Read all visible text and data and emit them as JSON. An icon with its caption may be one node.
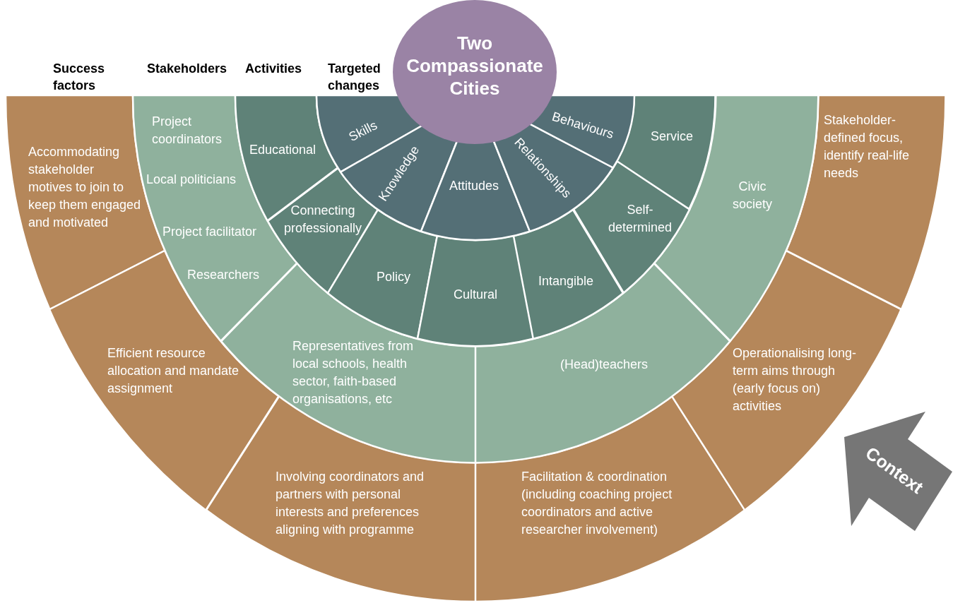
{
  "diagram": {
    "nodes": [
      {
        "text": [
          "Two Compassionate Cities"
        ]
      },
      {
        "text": [
          "Accommodating stakeholder motives to join to keep them engaged and motivated"
        ]
      },
      {
        "text": [
          "Efficient resource allocation and mandate assignment"
        ]
      },
      {
        "text": [
          "Involving coordinators and partners with personal interests and preferences aligning with programme"
        ]
      },
      {
        "text": [
          "Facilitation & coordination (including coaching project coordinators and active researcher involvement)"
        ]
      },
      {
        "text": [
          "Operationalising long-term aims through (early focus on) activities"
        ]
      },
      {
        "text": [
          "Stakeholder-defined focus, identify real-life needs"
        ]
      },
      {
        "text": [
          "Project coordinators",
          "Local politicians",
          "Project facilitator",
          "Researchers"
        ]
      },
      {
        "text": [
          "Representatives from local schools, health sector, faith-based organisations, etc"
        ]
      },
      {
        "text": [
          "(Head)teachers"
        ]
      },
      {
        "text": [
          "Civic society"
        ]
      },
      {
        "text": [
          "Educational"
        ]
      },
      {
        "text": [
          "Connecting professionally"
        ]
      },
      {
        "text": [
          "Policy"
        ]
      },
      {
        "text": [
          "Cultural"
        ]
      },
      {
        "text": [
          "Intangible"
        ]
      },
      {
        "text": [
          "Self-determined"
        ]
      },
      {
        "text": [
          "Service"
        ]
      },
      {
        "text": [
          "Skills"
        ]
      },
      {
        "text": [
          "Knowledge"
        ]
      },
      {
        "text": [
          "Attitudes"
        ]
      },
      {
        "text": [
          "Relationships"
        ]
      },
      {
        "text": [
          "Behaviours"
        ]
      },
      {
        "text": [
          "Context"
        ]
      }
    ],
    "labels": [
      "Success factors",
      "Stakeholders",
      "Activities",
      "Targeted changes"
    ]
  }
}
